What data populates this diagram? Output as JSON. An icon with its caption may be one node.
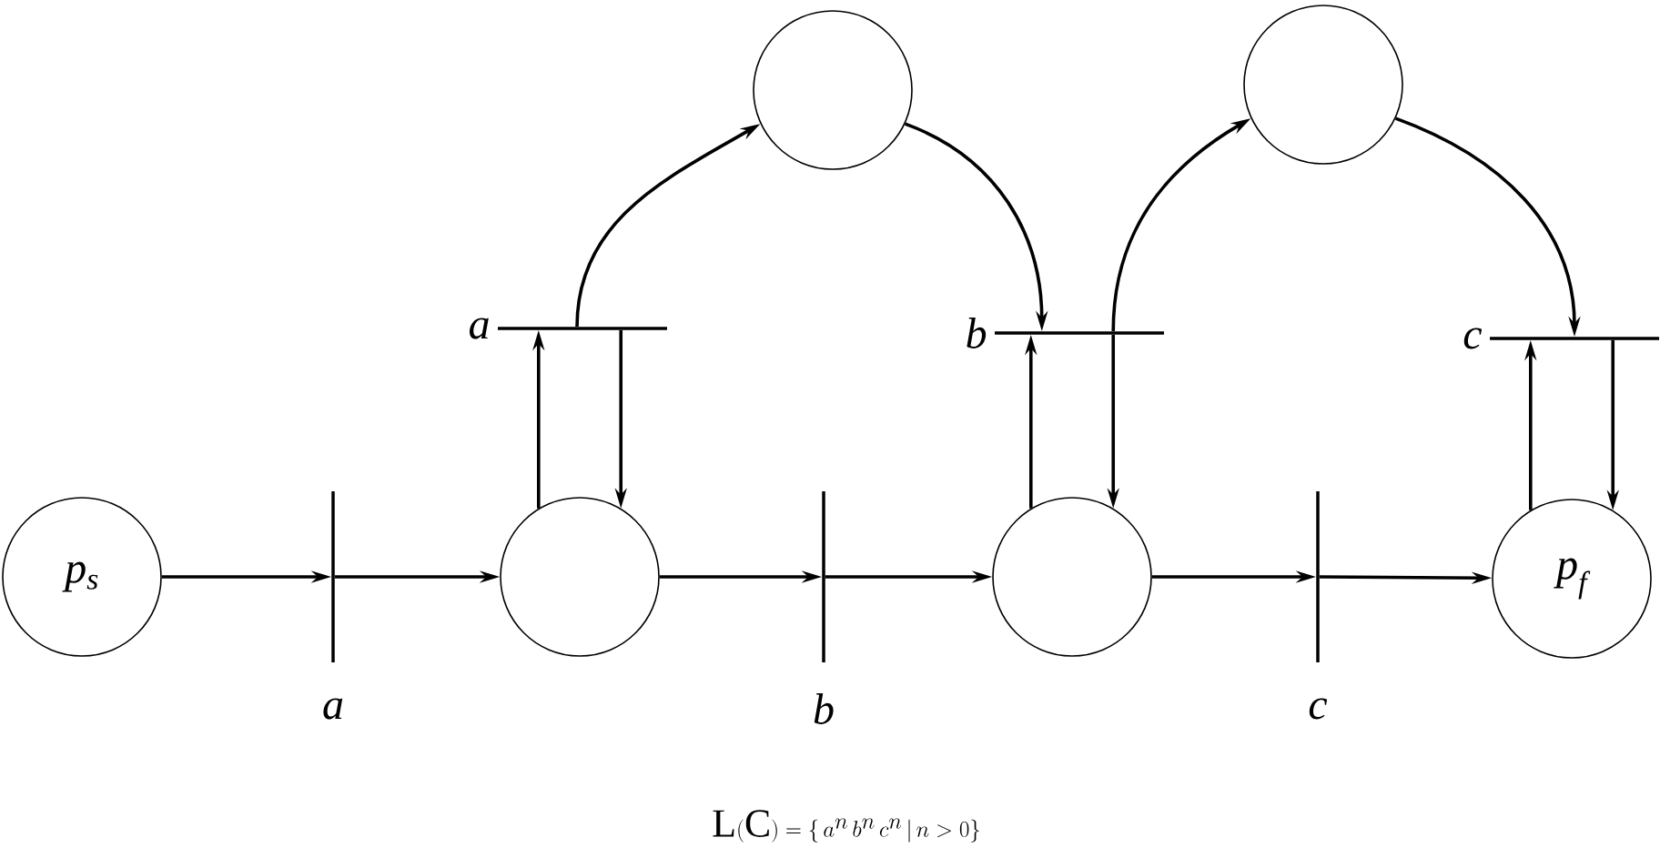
{
  "diagram": {
    "caption": "\\mathrm{L(C)} = \\{\\,a^{n}\\, b^{n}\\, c^{n}\\,|\\, n > 0\\}",
    "nodes": [
      {
        "text": [
          "p$_{s}$"
        ]
      },
      {
        "text": [],
        "shape": "bar",
        "beside": [
          "a"
        ]
      },
      {
        "text": [],
        "shape": "circle"
      },
      {
        "text": [],
        "shape": "bar",
        "beside": [
          "a"
        ]
      },
      {
        "text": [],
        "shape": "bar",
        "beside": [
          "b"
        ]
      },
      {
        "text": [],
        "shape": "circle"
      },
      {
        "text": [],
        "shape": "circle"
      },
      {
        "text": [],
        "shape": "bar",
        "beside": [
          "b"
        ]
      },
      {
        "text": [],
        "shape": "bar",
        "beside": [
          "c"
        ]
      },
      {
        "text": [],
        "shape": "circle"
      },
      {
        "text": [
          "p$_{f}$"
        ]
      },
      {
        "text": [],
        "shape": "bar",
        "beside": [
          "c"
        ]
      }
    ],
    "edges": [
      {
        "from": 0,
        "to": 1,
        "arrow": "to"
      },
      {
        "from": 1,
        "to": 2,
        "arrow": "to"
      },
      {
        "from": 2,
        "to": 4,
        "arrow": "to"
      },
      {
        "from": 4,
        "to": 6,
        "arrow": "to"
      },
      {
        "from": 6,
        "to": 8,
        "arrow": "to"
      },
      {
        "from": 8,
        "to": 10,
        "arrow": "to"
      },
      {
        "from": 2,
        "to": 3,
        "arrow": "to"
      },
      {
        "from": 3,
        "to": 2,
        "arrow": "to"
      },
      {
        "from": 3,
        "to": 5,
        "arrow": "to"
      },
      {
        "from": 5,
        "to": 7,
        "arrow": "to"
      },
      {
        "from": 6,
        "to": 7,
        "arrow": "to"
      },
      {
        "from": 7,
        "to": 6,
        "arrow": "to"
      },
      {
        "from": 7,
        "to": 9,
        "arrow": "to"
      },
      {
        "from": 9,
        "to": 11,
        "arrow": "to"
      },
      {
        "from": 10,
        "to": 11,
        "arrow": "to"
      },
      {
        "from": 11,
        "to": 10,
        "arrow": "to"
      }
    ]
  }
}
